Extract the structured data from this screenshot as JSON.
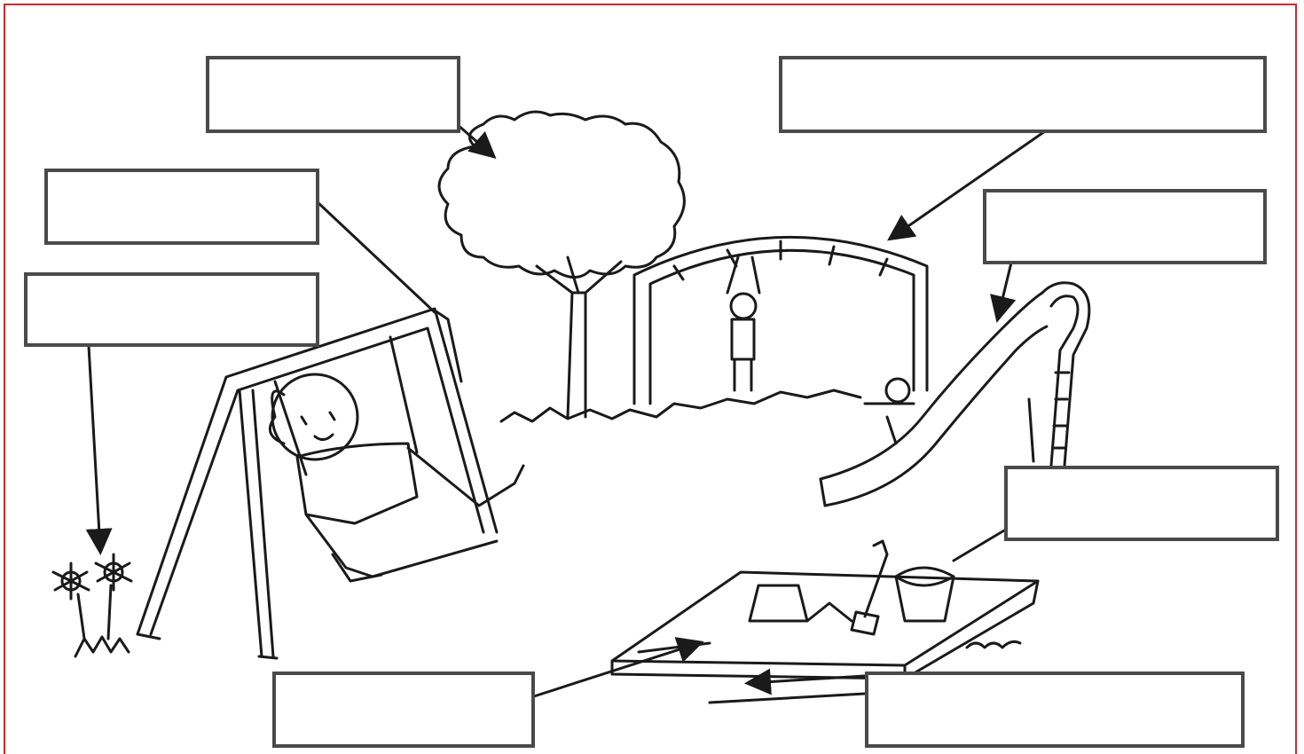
{
  "worksheet": {
    "border_color": "#d9252b",
    "line_color": "#1a1a1a",
    "label_boxes": [
      {
        "name": "label-box-tree",
        "text": ""
      },
      {
        "name": "label-box-monkey-bars",
        "text": ""
      },
      {
        "name": "label-box-swing",
        "text": ""
      },
      {
        "name": "label-box-slide",
        "text": ""
      },
      {
        "name": "label-box-flowers",
        "text": ""
      },
      {
        "name": "label-box-bucket",
        "text": ""
      },
      {
        "name": "label-box-sand",
        "text": ""
      },
      {
        "name": "label-box-sandbox",
        "text": ""
      }
    ]
  }
}
